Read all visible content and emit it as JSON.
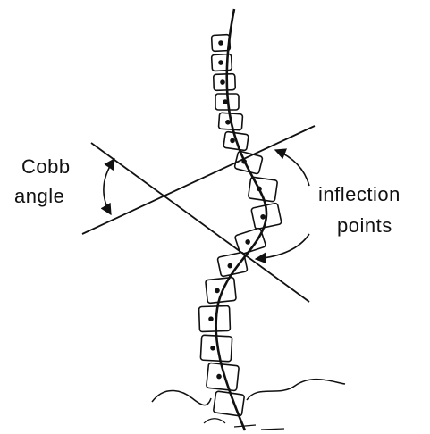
{
  "labels": {
    "cobb_line1": "Cobb",
    "cobb_line2": "angle",
    "inflection_line1": "inflection",
    "inflection_line2": "points"
  },
  "colors": {
    "ink": "#111111",
    "background": "#ffffff"
  }
}
